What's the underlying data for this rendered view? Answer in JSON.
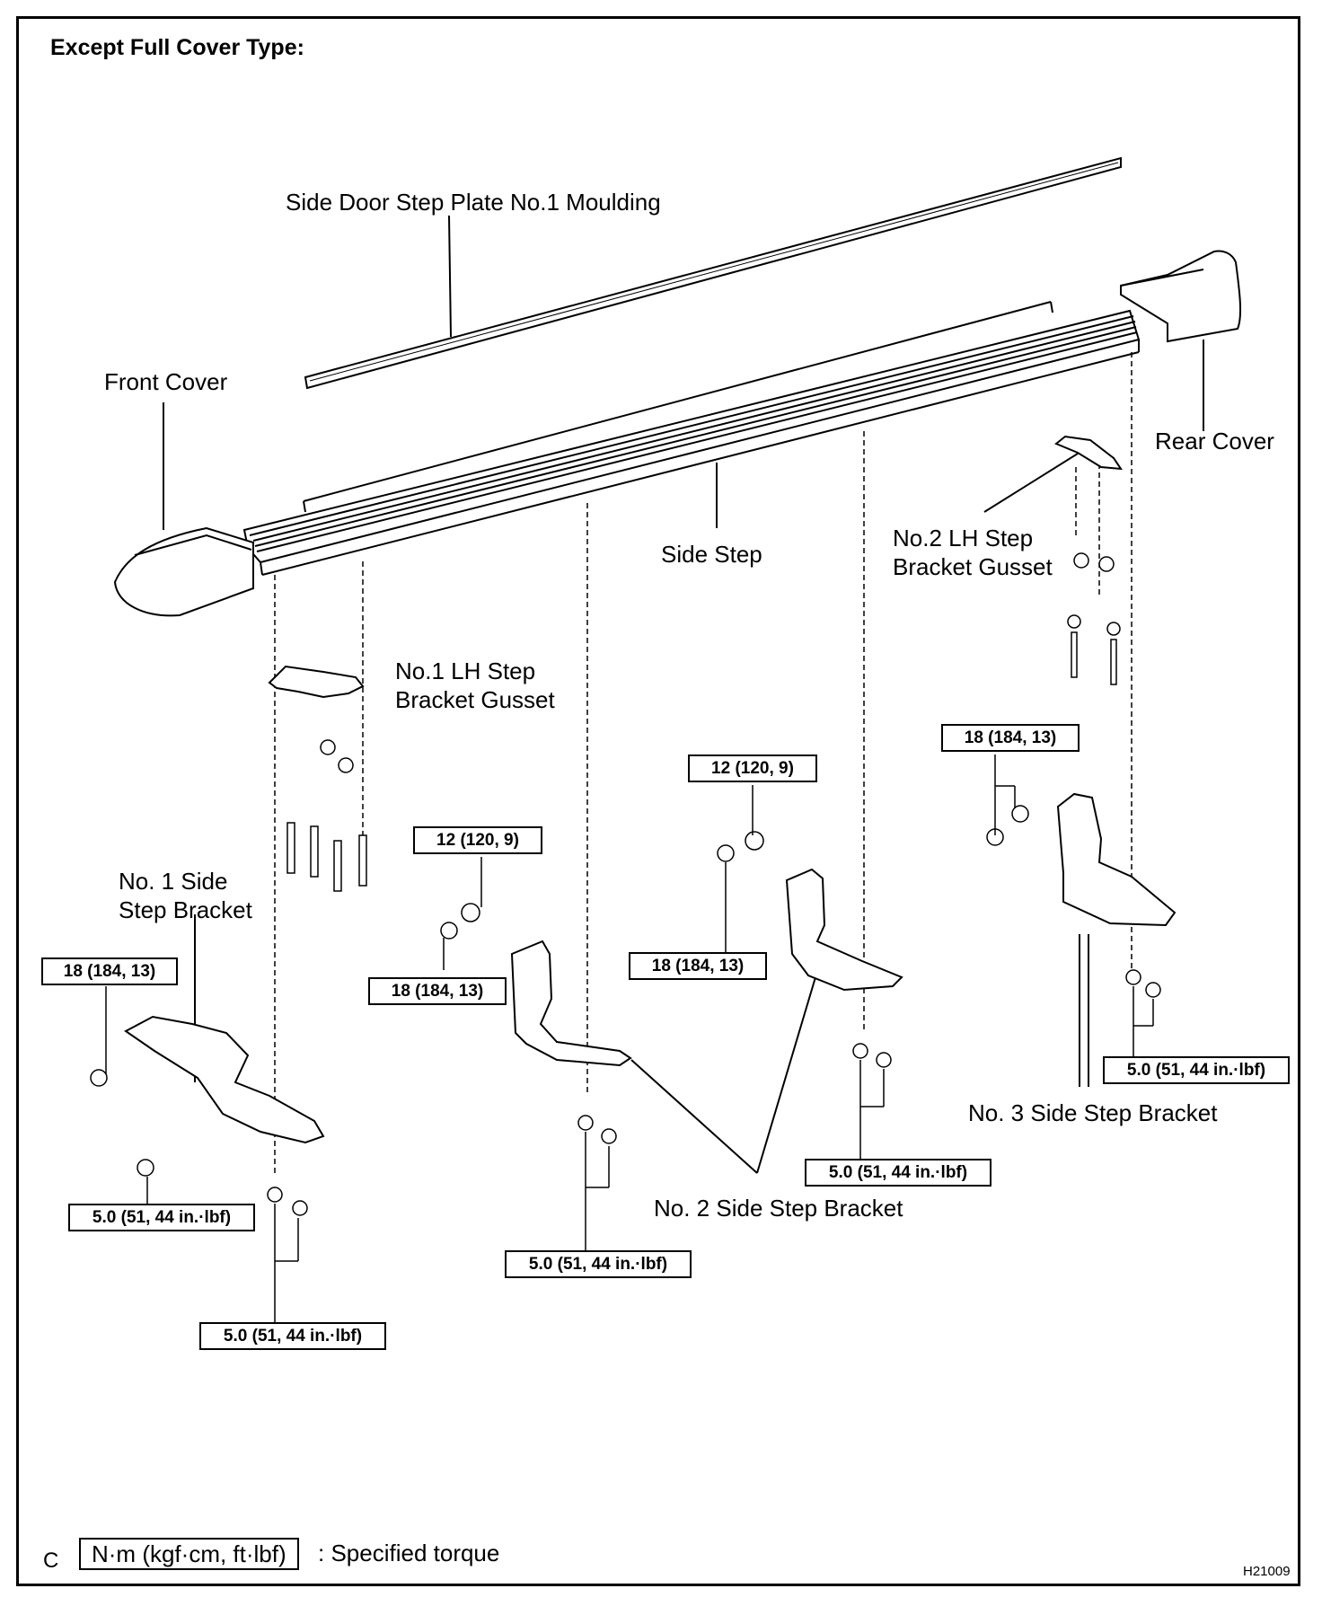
{
  "heading": "Except Full Cover Type:",
  "labels": {
    "moulding": "Side Door Step Plate No.1 Moulding",
    "front_cover": "Front Cover",
    "rear_cover": "Rear Cover",
    "side_step": "Side Step",
    "gusset2_line1": "No.2 LH Step",
    "gusset2_line2": "Bracket Gusset",
    "gusset1_line1": "No.1 LH Step",
    "gusset1_line2": "Bracket Gusset",
    "bracket1_line1": "No. 1 Side",
    "bracket1_line2": "Step Bracket",
    "bracket2": "No. 2 Side Step Bracket",
    "bracket3": "No. 3 Side Step Bracket"
  },
  "torque": {
    "t18_b3": "18 (184, 13)",
    "t12_b2r": "12 (120, 9)",
    "t12_b2l": "12 (120, 9)",
    "t18_b2r": "18 (184, 13)",
    "t18_b2l": "18 (184, 13)",
    "t18_b1": "18 (184, 13)",
    "t5_b3": "5.0 (51, 44 in.·lbf)",
    "t5_b2r": "5.0 (51, 44 in.·lbf)",
    "t5_b1a": "5.0 (51, 44 in.·lbf)",
    "t5_b2l": "5.0 (51, 44 in.·lbf)",
    "t5_b1b": "5.0 (51, 44 in.·lbf)"
  },
  "legend": {
    "letter": "C",
    "box": "N·m (kgf·cm, ft·lbf)",
    "text": ": Specified torque"
  },
  "figure_code": "H21009"
}
